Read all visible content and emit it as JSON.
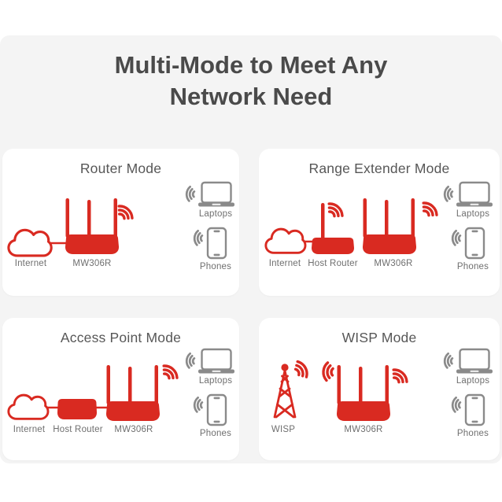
{
  "page": {
    "heading_line1": "Multi-Mode to Meet Any",
    "heading_line2": "Network Need"
  },
  "colors": {
    "accent_red": "#d92a21",
    "icon_gray": "#8a8a8a",
    "panel_bg": "#f4f4f4",
    "card_bg": "#ffffff",
    "heading_text": "#4a4a4a",
    "card_title_text": "#575757",
    "label_text": "#6f6f6f"
  },
  "cards": [
    {
      "title": "Router Mode",
      "labels": {
        "source": "Internet",
        "device": "MW306R",
        "laptops": "Laptops",
        "phones": "Phones"
      }
    },
    {
      "title": "Range Extender Mode",
      "labels": {
        "source": "Internet",
        "middle": "Host Router",
        "device": "MW306R",
        "laptops": "Laptops",
        "phones": "Phones"
      }
    },
    {
      "title": "Access Point Mode",
      "labels": {
        "source": "Internet",
        "middle": "Host Router",
        "device": "MW306R",
        "laptops": "Laptops",
        "phones": "Phones"
      }
    },
    {
      "title": "WISP Mode",
      "labels": {
        "source": "WISP",
        "device": "MW306R",
        "laptops": "Laptops",
        "phones": "Phones"
      }
    }
  ]
}
